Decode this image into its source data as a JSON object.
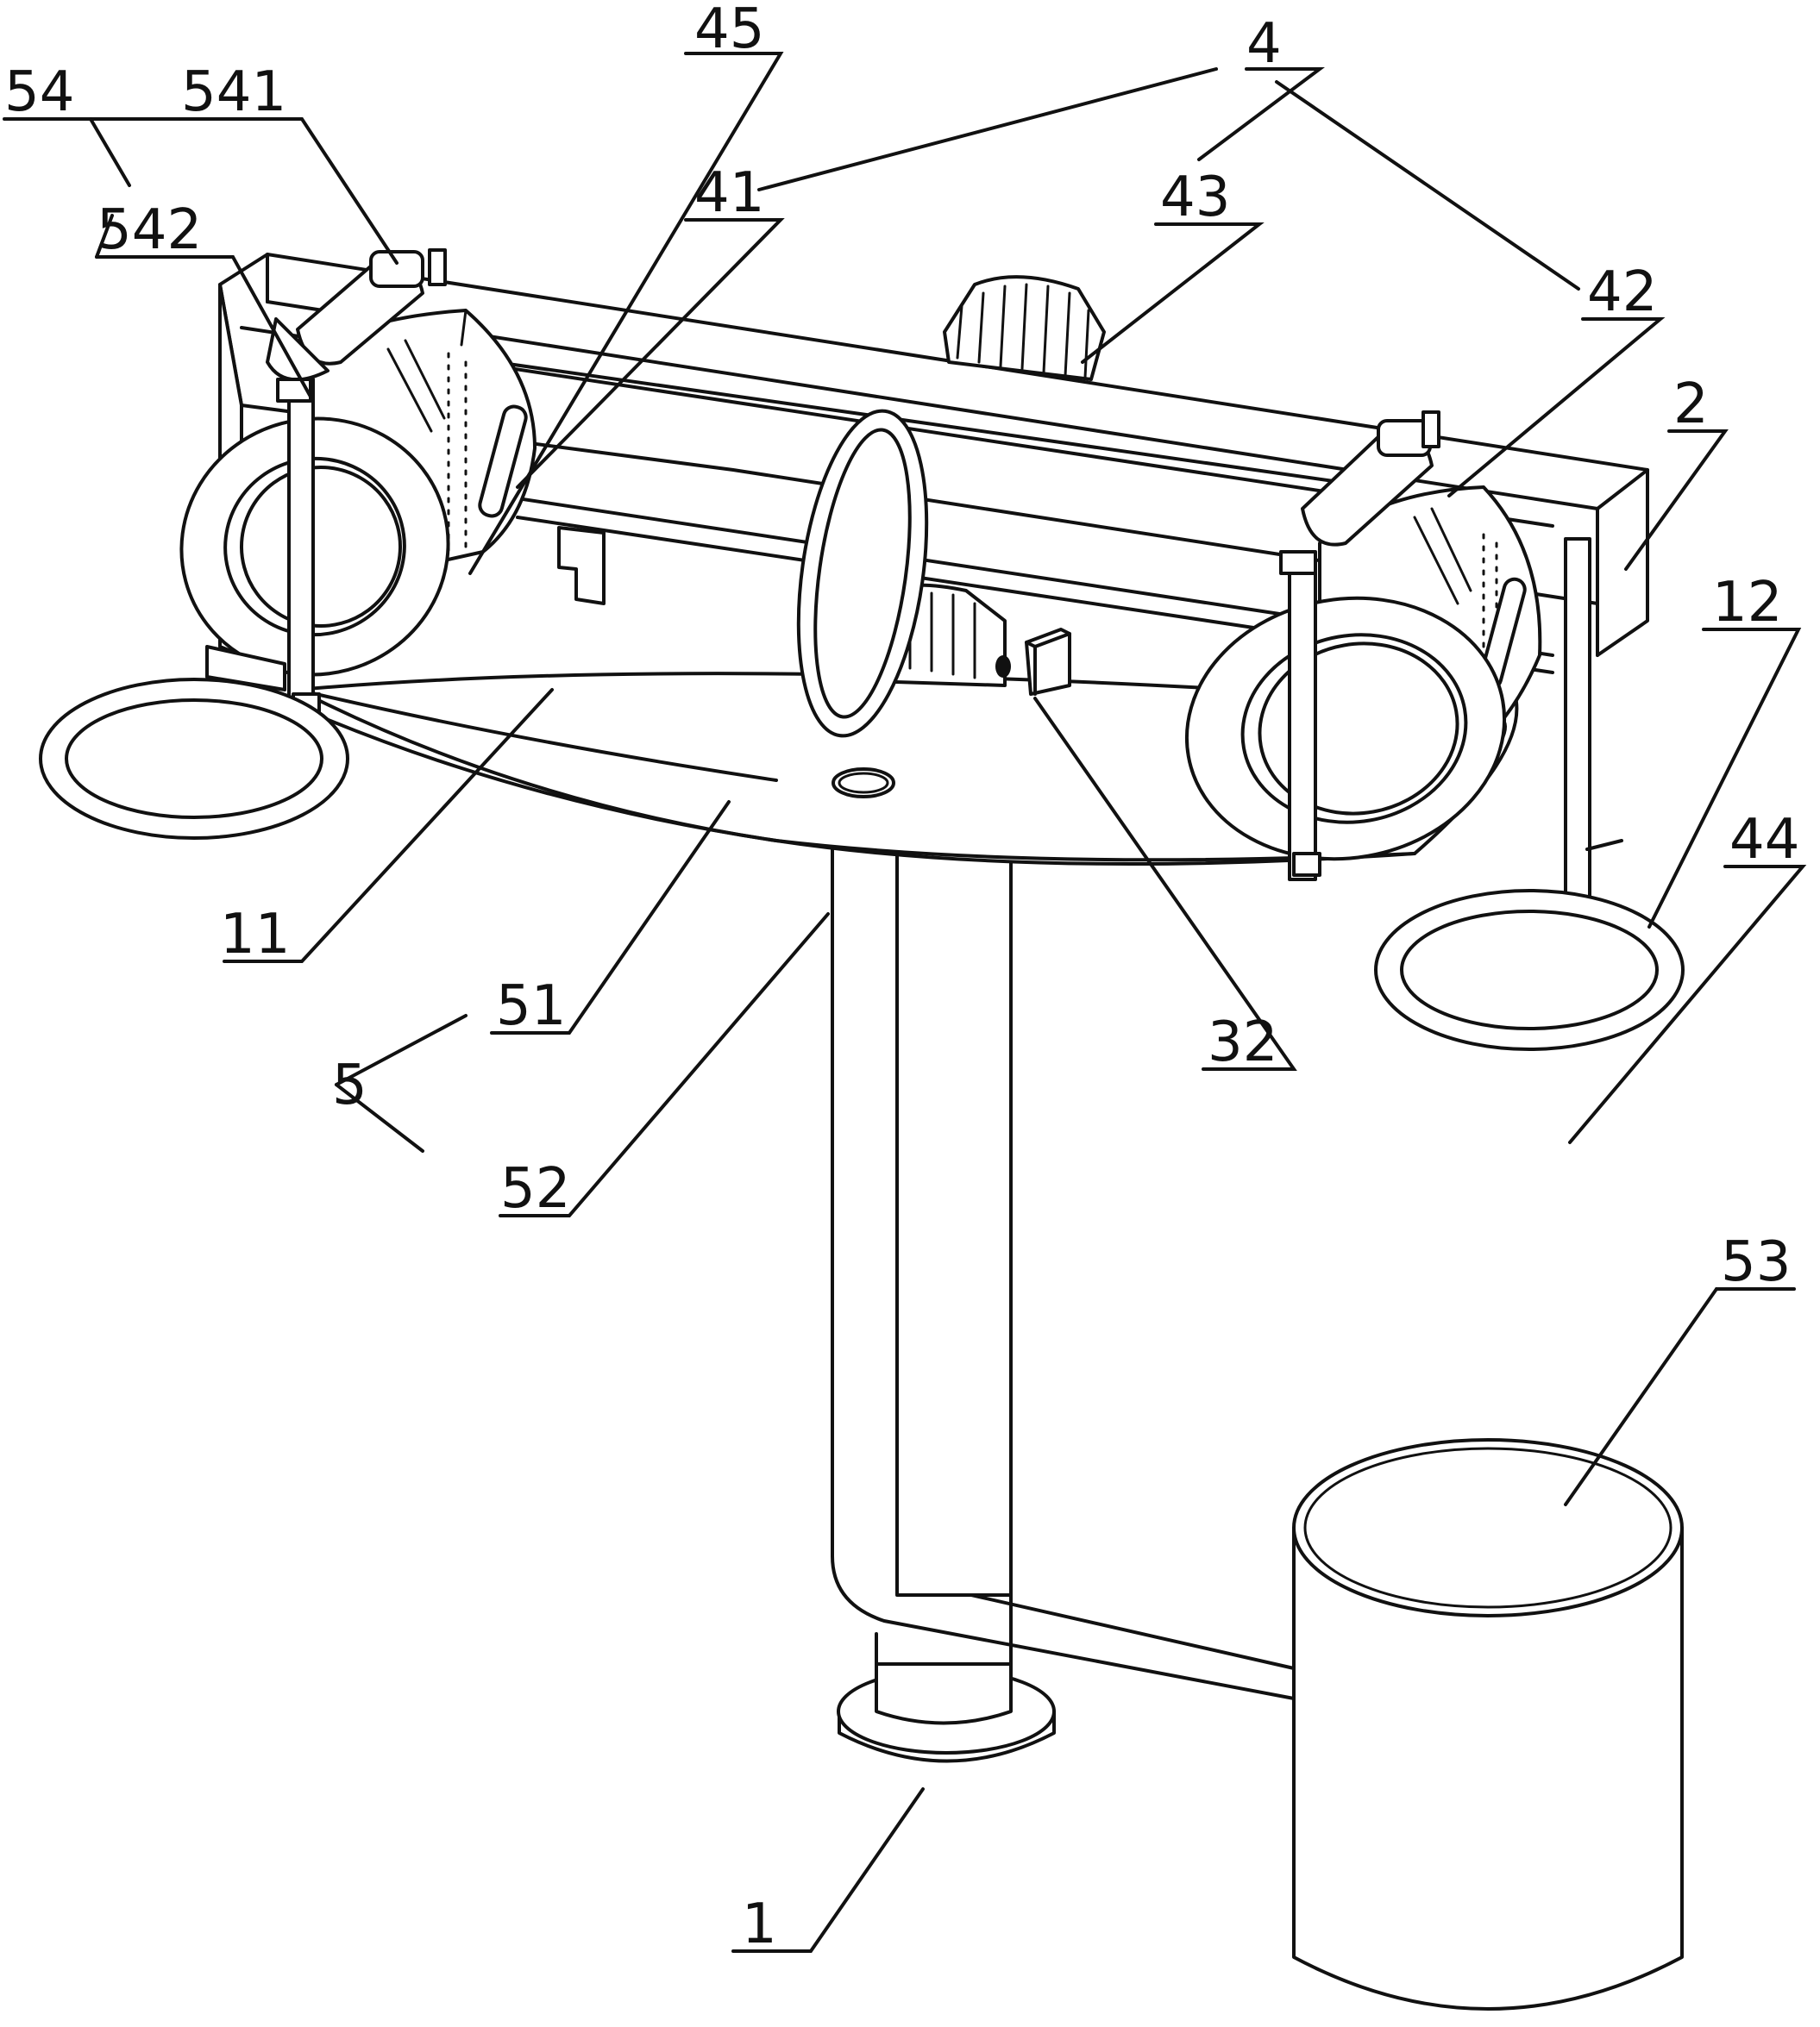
{
  "labels": {
    "l1": "1",
    "l2": "2",
    "l4": "4",
    "l5": "5",
    "l11": "11",
    "l12": "12",
    "l32": "32",
    "l41": "41",
    "l42": "42",
    "l43": "43",
    "l44": "44",
    "l45": "45",
    "l51": "51",
    "l52": "52",
    "l53": "53",
    "l54": "54",
    "l541": "541",
    "l542": "542"
  },
  "colors": {
    "stroke": "#111111",
    "background": "#ffffff"
  }
}
